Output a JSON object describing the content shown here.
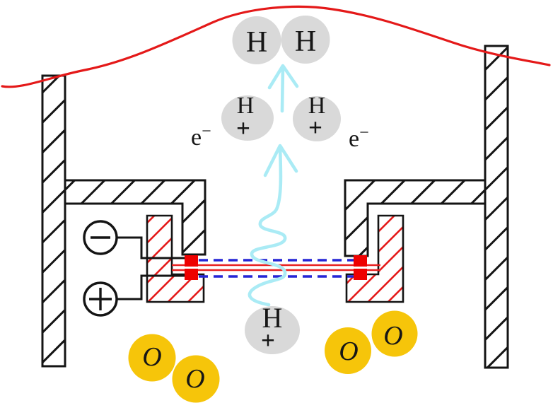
{
  "colors": {
    "structure": "#141414",
    "electrode_hatch": "#e31010",
    "membrane_line": "#e82020",
    "contact": "#ee0000",
    "insulator_dash": "#2525d5",
    "plasma_arrow": "#aaebf5",
    "boundary_curve": "#e41919",
    "hydrogen_fill": "#d9d9d9",
    "oxygen_fill": "#f6c50a",
    "label": "#161616"
  },
  "labels": {
    "h_atoms": [
      "H",
      "H"
    ],
    "h_ion_left": {
      "symbol": "H",
      "charge": "+"
    },
    "h_ion_right": {
      "symbol": "H",
      "charge": "+"
    },
    "h_ion_bottom": {
      "symbol": "H",
      "charge": "+"
    },
    "electron_left": {
      "base": "e",
      "sup": "−"
    },
    "electron_right": {
      "base": "e",
      "sup": "−"
    },
    "oxygen_left": [
      "O",
      "O"
    ],
    "oxygen_right": [
      "O",
      "O"
    ]
  }
}
